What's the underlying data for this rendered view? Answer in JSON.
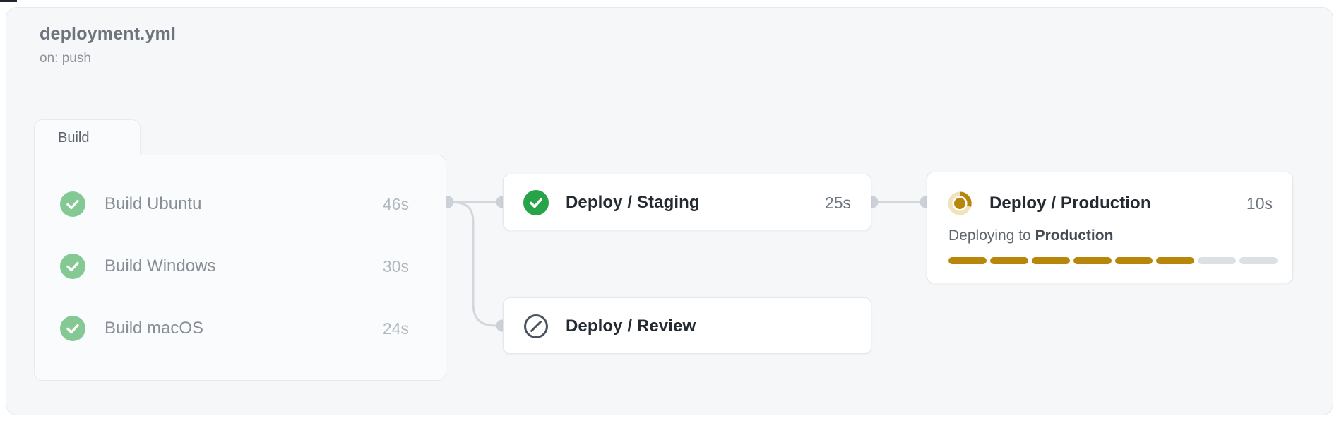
{
  "workflow": {
    "title": "deployment.yml",
    "trigger": "on: push"
  },
  "build_group": {
    "label": "Build",
    "jobs": [
      {
        "name": "Build Ubuntu",
        "duration": "46s",
        "status": "success",
        "icon": "check-circle-icon"
      },
      {
        "name": "Build Windows",
        "duration": "30s",
        "status": "success",
        "icon": "check-circle-icon"
      },
      {
        "name": "Build macOS",
        "duration": "24s",
        "status": "success",
        "icon": "check-circle-icon"
      }
    ]
  },
  "deploy_jobs": {
    "staging": {
      "name": "Deploy / Staging",
      "duration": "25s",
      "status": "success",
      "icon": "check-circle-icon"
    },
    "review": {
      "name": "Deploy / Review",
      "duration": "",
      "status": "skipped",
      "icon": "skipped-circle-icon"
    },
    "production": {
      "name": "Deploy / Production",
      "duration": "10s",
      "status": "in_progress",
      "icon": "in-progress-icon",
      "status_text_prefix": "Deploying to ",
      "status_text_target": "Production",
      "progress": {
        "segments_total": 8,
        "segments_filled": 6
      }
    }
  },
  "colors": {
    "panel_bg": "#f5f7f9",
    "card_bg": "#ffffff",
    "success_soft_green": "#84c893",
    "success_green": "#27a449",
    "skipped_gray": "#4b545e",
    "in_progress_amber": "#b8860b",
    "in_progress_ring": "#f1e2ba",
    "progress_empty": "#dbe0e5",
    "connector_gray": "#d2d7dd"
  }
}
